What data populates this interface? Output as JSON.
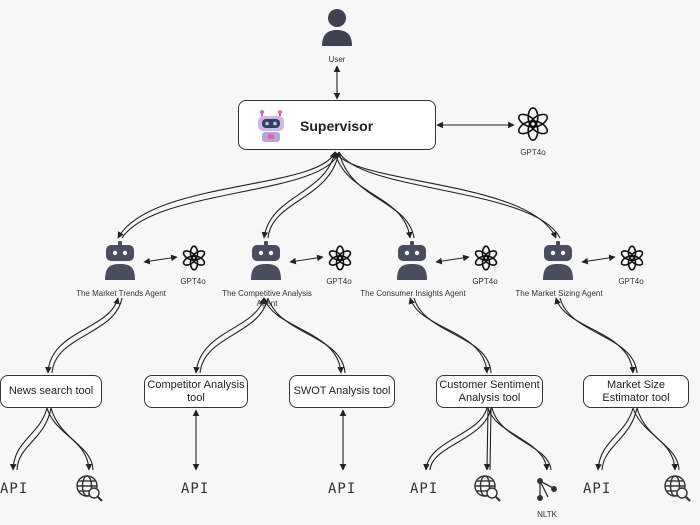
{
  "user": {
    "label": "User"
  },
  "supervisor": {
    "title": "Supervisor",
    "llm": "GPT4o"
  },
  "agents": [
    {
      "label": "The Market Trends Agent",
      "llm": "GPT4o"
    },
    {
      "label": "The Competitive Analysis Agent",
      "llm": "GPT4o"
    },
    {
      "label": "The Consumer Insights Agent",
      "llm": "GPT4o"
    },
    {
      "label": "The Market Sizing Agent",
      "llm": "GPT4o"
    }
  ],
  "tools": [
    {
      "label": "News search tool"
    },
    {
      "label": "Competitor Analysis tool"
    },
    {
      "label": "SWOT Analysis tool"
    },
    {
      "label": "Customer Sentiment Analysis tool"
    },
    {
      "label": "Market Size Estimator tool"
    }
  ],
  "resources": {
    "api": "API",
    "nltk": "NLTK"
  },
  "icons": {
    "user": "person-icon",
    "supervisor": "robot-emoji-icon",
    "agent": "robot-icon",
    "llm": "openai-logo-icon",
    "web": "globe-search-icon",
    "nltk": "graph-nodes-icon"
  },
  "colors": {
    "agent": "#4a4d5e",
    "line": "#222222",
    "box_border": "#333333"
  }
}
